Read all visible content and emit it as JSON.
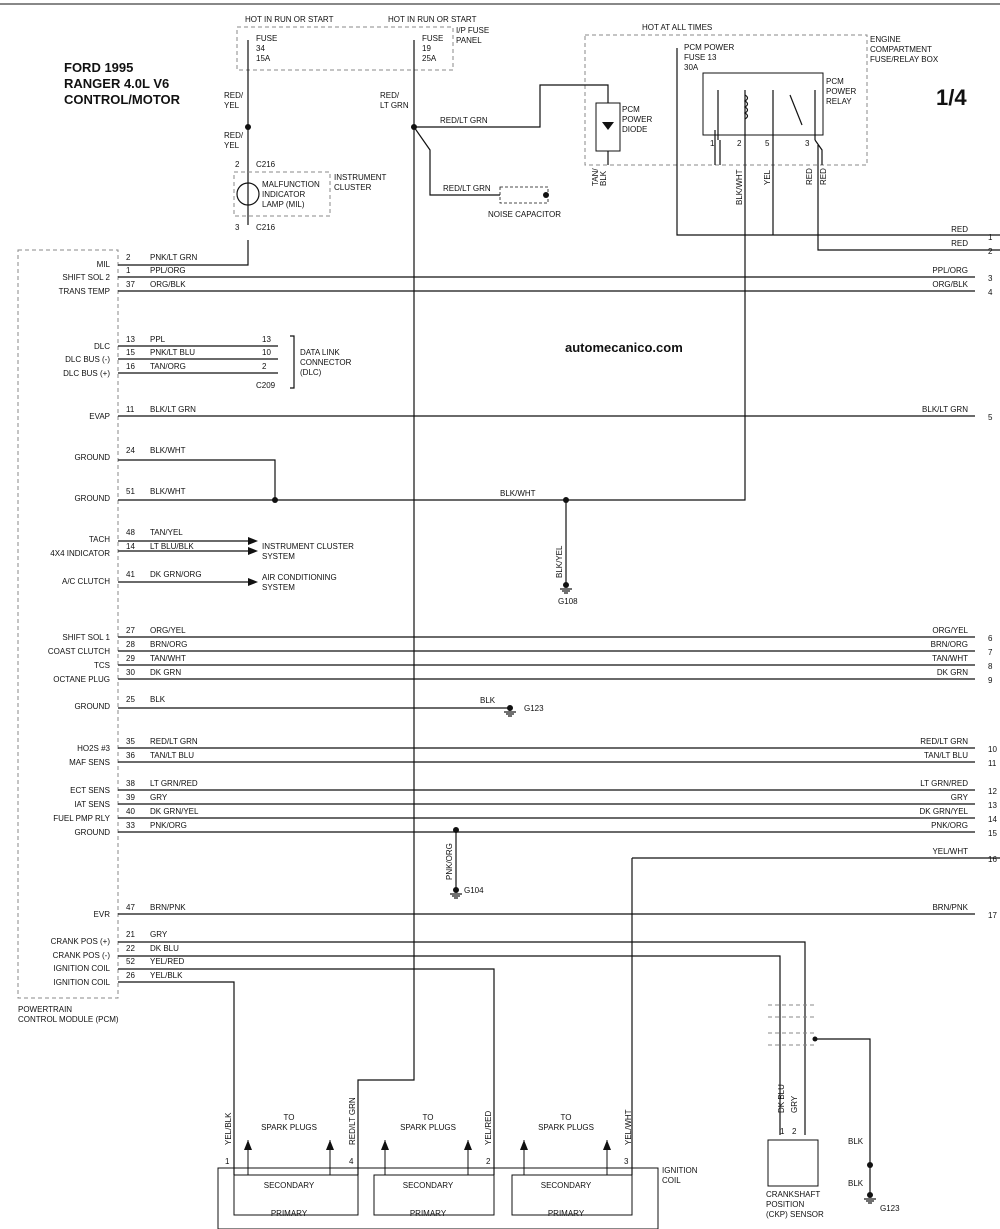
{
  "header": {
    "vehicle": "FORD 1995",
    "model": "RANGER  4.0L V6",
    "system": "CONTROL/MOTOR",
    "page": "1/4",
    "watermark": "automecanico.com"
  },
  "top": {
    "hot_run_start": "HOT IN RUN OR START",
    "hot_all_times": "HOT AT ALL TIMES",
    "ip_fuse_panel": [
      "I/P FUSE",
      "PANEL"
    ],
    "fuse34": [
      "FUSE",
      "34",
      "15A"
    ],
    "fuse19": [
      "FUSE",
      "19",
      "25A"
    ],
    "pcm_fuse": [
      "PCM POWER",
      "FUSE 13",
      "30A"
    ],
    "engine_box": [
      "ENGINE",
      "COMPARTMENT",
      "FUSE/RELAY BOX"
    ],
    "pcm_diode": [
      "PCM",
      "POWER",
      "DIODE"
    ],
    "pcm_relay": [
      "PCM",
      "POWER",
      "RELAY"
    ],
    "relay_pins": [
      "1",
      "2",
      "5",
      "3"
    ],
    "mil": [
      "MALFUNCTION",
      "INDICATOR",
      "LAMP (MIL)"
    ],
    "instrument_cluster": [
      "INSTRUMENT",
      "CLUSTER"
    ],
    "c216": "C216",
    "c216_pins": [
      "2",
      "3"
    ],
    "noise_capacitor": "NOISE CAPACITOR",
    "wire_labels": {
      "red_yel": [
        "RED/",
        "YEL"
      ],
      "red_ltgrn": [
        "RED/",
        "LT GRN"
      ],
      "red_ltgrn_h": "RED/LT GRN",
      "tan_blk": [
        "TAN/",
        "BLK"
      ],
      "blk_wht": "BLK/WHT",
      "yel": "YEL",
      "red": "RED",
      "blk_yel": "BLK/YEL",
      "pnk_org": "PNK/ORG",
      "blk": "BLK"
    }
  },
  "pcm": {
    "label": [
      "POWERTRAIN",
      "CONTROL MODULE (PCM)"
    ],
    "rows": [
      {
        "name": "MIL",
        "pin": "2",
        "color": "PNK/LT GRN"
      },
      {
        "name": "SHIFT SOL 2",
        "pin": "1",
        "color": "PPL/ORG",
        "right": "PPL/ORG",
        "ref": "3"
      },
      {
        "name": "TRANS TEMP",
        "pin": "37",
        "color": "ORG/BLK",
        "right": "ORG/BLK",
        "ref": "4"
      },
      {
        "name": "DLC",
        "pin": "13",
        "color": "PPL",
        "dlc": "13"
      },
      {
        "name": "DLC BUS (-)",
        "pin": "15",
        "color": "PNK/LT BLU",
        "dlc": "10"
      },
      {
        "name": "DLC BUS (+)",
        "pin": "16",
        "color": "TAN/ORG",
        "dlc": "2"
      },
      {
        "name": "EVAP",
        "pin": "11",
        "color": "BLK/LT GRN",
        "right": "BLK/LT GRN",
        "ref": "5"
      },
      {
        "name": "GROUND",
        "pin": "24",
        "color": "BLK/WHT"
      },
      {
        "name": "GROUND",
        "pin": "51",
        "color": "BLK/WHT"
      },
      {
        "name": "TACH",
        "pin": "48",
        "color": "TAN/YEL"
      },
      {
        "name": "4X4 INDICATOR",
        "pin": "14",
        "color": "LT BLU/BLK"
      },
      {
        "name": "A/C CLUTCH",
        "pin": "41",
        "color": "DK GRN/ORG"
      },
      {
        "name": "SHIFT SOL 1",
        "pin": "27",
        "color": "ORG/YEL",
        "right": "ORG/YEL",
        "ref": "6"
      },
      {
        "name": "COAST CLUTCH",
        "pin": "28",
        "color": "BRN/ORG",
        "right": "BRN/ORG",
        "ref": "7"
      },
      {
        "name": "TCS",
        "pin": "29",
        "color": "TAN/WHT",
        "right": "TAN/WHT",
        "ref": "8"
      },
      {
        "name": "OCTANE PLUG",
        "pin": "30",
        "color": "DK GRN",
        "right": "DK GRN",
        "ref": "9"
      },
      {
        "name": "GROUND",
        "pin": "25",
        "color": "BLK"
      },
      {
        "name": "HO2S #3",
        "pin": "35",
        "color": "RED/LT GRN",
        "right": "RED/LT GRN",
        "ref": "10"
      },
      {
        "name": "MAF SENS",
        "pin": "36",
        "color": "TAN/LT BLU",
        "right": "TAN/LT BLU",
        "ref": "11"
      },
      {
        "name": "ECT SENS",
        "pin": "38",
        "color": "LT GRN/RED",
        "right": "LT GRN/RED",
        "ref": "12"
      },
      {
        "name": "IAT SENS",
        "pin": "39",
        "color": "GRY",
        "right": "GRY",
        "ref": "13"
      },
      {
        "name": "FUEL PMP RLY",
        "pin": "40",
        "color": "DK GRN/YEL",
        "right": "DK GRN/YEL",
        "ref": "14"
      },
      {
        "name": "GROUND",
        "pin": "33",
        "color": "PNK/ORG",
        "right": "PNK/ORG",
        "ref": "15"
      },
      {
        "name": "EVR",
        "pin": "47",
        "color": "BRN/PNK",
        "right": "BRN/PNK",
        "ref": "17"
      },
      {
        "name": "CRANK POS (+)",
        "pin": "21",
        "color": "GRY"
      },
      {
        "name": "CRANK POS (-)",
        "pin": "22",
        "color": "DK BLU"
      },
      {
        "name": "IGNITION COIL",
        "pin": "52",
        "color": "YEL/RED"
      },
      {
        "name": "IGNITION COIL",
        "pin": "26",
        "color": "YEL/BLK"
      }
    ]
  },
  "right_edge": [
    {
      "label": "RED",
      "ref": "1"
    },
    {
      "label": "RED",
      "ref": "2"
    },
    {
      "label": "YEL/WHT",
      "ref": "16"
    }
  ],
  "dlc": {
    "label": [
      "DATA LINK",
      "CONNECTOR",
      "(DLC)"
    ],
    "conn": "C209"
  },
  "cluster_sys": [
    "INSTRUMENT CLUSTER",
    "SYSTEM"
  ],
  "ac_sys": [
    "AIR CONDITIONING",
    "SYSTEM"
  ],
  "grounds": {
    "g108": "G108",
    "g123": "G123",
    "g104": "G104"
  },
  "coil": {
    "label": [
      "IGNITION",
      "COIL"
    ],
    "to_plugs": [
      "TO",
      "SPARK PLUGS"
    ],
    "secondary": "SECONDARY",
    "primary": "PRIMARY",
    "pins": [
      "1",
      "4",
      "2",
      "3"
    ],
    "wires": [
      "YEL/BLK",
      "RED/LT GRN",
      "YEL/RED",
      "YEL/WHT"
    ]
  },
  "ckp": {
    "label": [
      "CRANKSHAFT",
      "POSITION",
      "(CKP) SENSOR"
    ],
    "pins": [
      "1",
      "2"
    ],
    "wires": [
      "DK BLU",
      "GRY"
    ],
    "blk": [
      "BLK",
      "BLK"
    ]
  }
}
